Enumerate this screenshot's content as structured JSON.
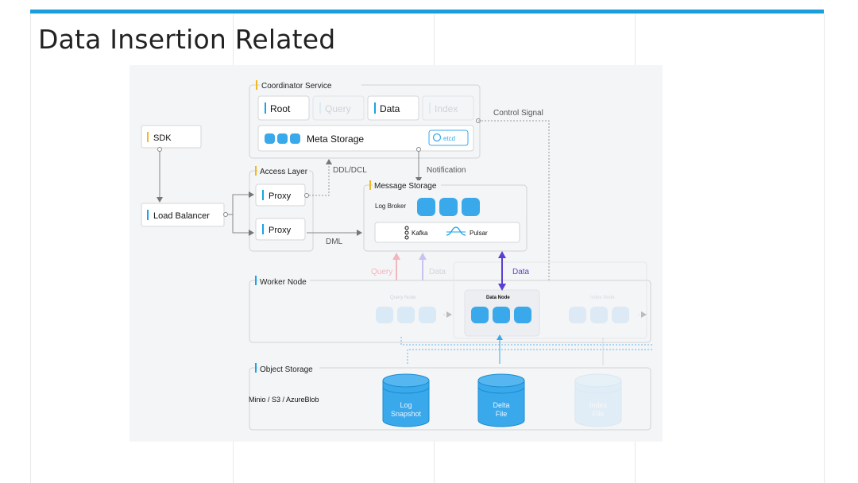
{
  "slide": {
    "title": "Data Insertion Related"
  },
  "diagram": {
    "sdk": "SDK",
    "load_balancer": "Load Balancer",
    "coordinator": {
      "title": "Coordinator Service",
      "root": "Root",
      "query": "Query",
      "data": "Data",
      "index": "Index",
      "meta_storage": "Meta Storage",
      "etcd": "etcd"
    },
    "access_layer": {
      "title": "Access Layer",
      "proxy_1": "Proxy",
      "proxy_2": "Proxy"
    },
    "message_storage": {
      "title": "Message Storage",
      "log_broker": "Log Broker",
      "kafka": "Kafka",
      "pulsar": "Pulsar"
    },
    "worker_node": {
      "title": "Worker Node",
      "query_node": "Query Node",
      "data_node": "Data Node",
      "index_node": "Index Node"
    },
    "object_storage": {
      "title": "Object Storage",
      "backends": "Minio / S3 / AzureBlob",
      "log_snapshot_1": "Log",
      "log_snapshot_2": "Snapshot",
      "delta_file_1": "Delta",
      "delta_file_2": "File",
      "index_file_1": "Index",
      "index_file_2": "File"
    },
    "edges": {
      "ddl_dcl": "DDL/DCL",
      "notification": "Notification",
      "control_signal": "Control Signal",
      "dml": "DML",
      "query": "Query",
      "data_faded": "Data",
      "data": "Data"
    },
    "colors": {
      "accent_yellow": "#f2b91f",
      "accent_blue": "#1aa3e6",
      "db_blue": "#3aa9ec",
      "arrow_purple": "#5b3fd0",
      "arrow_pink": "#f2b6bd",
      "arrow_lavender": "#c9c2ee"
    }
  }
}
